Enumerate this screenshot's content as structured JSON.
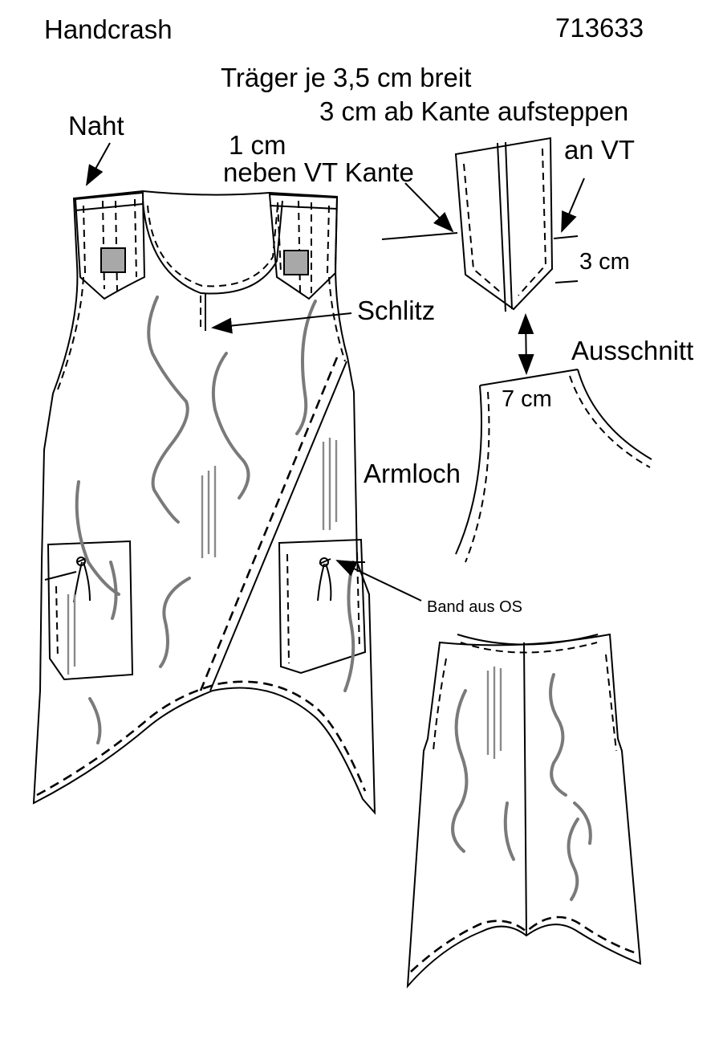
{
  "header": {
    "title": "Handcrash",
    "number": "713633"
  },
  "annotations": {
    "strap_width": "Träger je 3,5 cm breit",
    "stitch_from_edge": "3 cm ab Kante aufsteppen",
    "at_vt": "an VT",
    "seam": "Naht",
    "cm_1": "1 cm",
    "beside_vt_edge": "neben VT Kante",
    "cm_3": "3 cm",
    "slit": "Schlitz",
    "neckline": "Ausschnitt",
    "cm_7": "7 cm",
    "armhole": "Armloch",
    "ribbon": "Band aus OS"
  },
  "colors": {
    "line": "#000000",
    "texture": "#7a7a7a",
    "button_fill": "#a8a8a8"
  }
}
